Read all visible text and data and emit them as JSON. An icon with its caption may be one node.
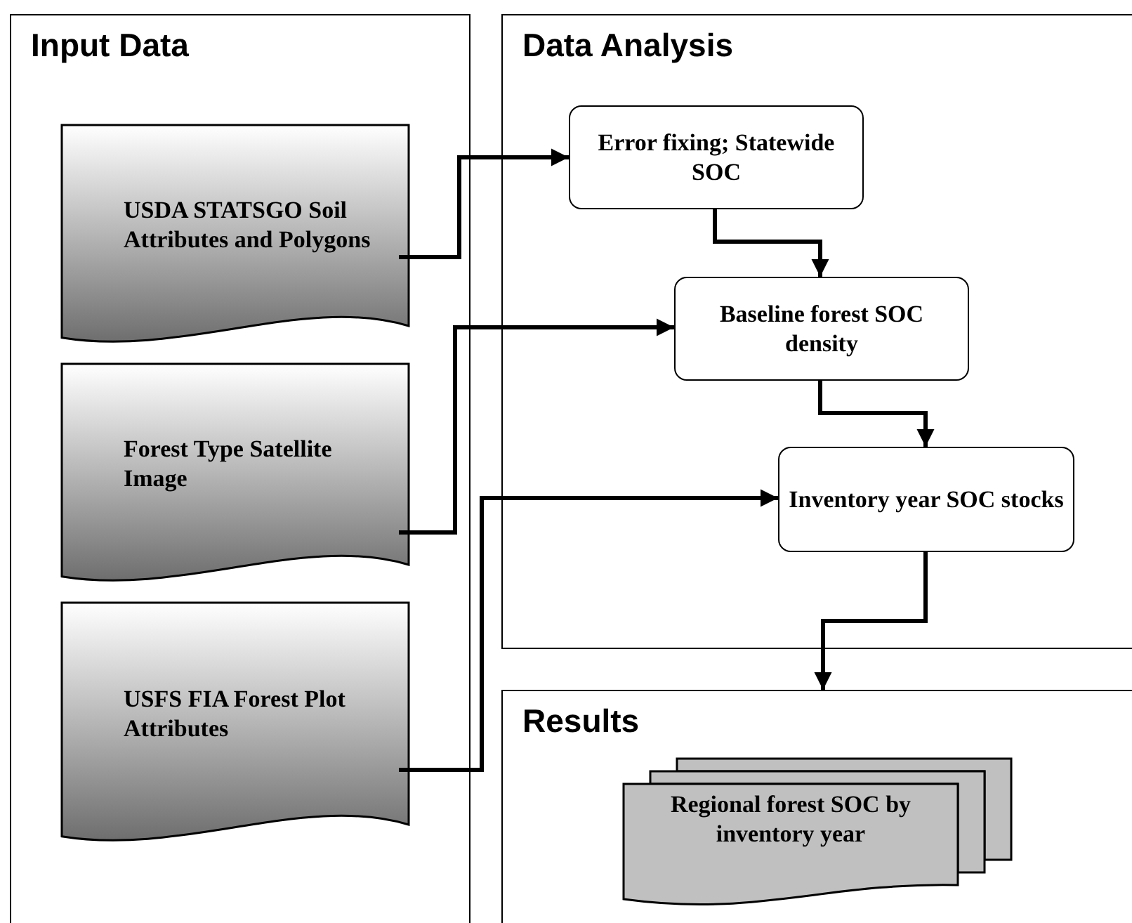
{
  "diagram": {
    "nodes": [
      {
        "text": [
          "Input Data"
        ]
      },
      {
        "text": [
          "USDA STATSGO Soil Attributes and Polygons"
        ],
        "in": 0
      },
      {
        "text": [
          "Forest Type Satellite Image"
        ],
        "in": 0
      },
      {
        "text": [
          "USFS FIA Forest Plot Attributes"
        ],
        "in": 0
      },
      {
        "text": [
          "Data Analysis"
        ]
      },
      {
        "text": [
          "Error fixing; Statewide SOC"
        ],
        "in": 4
      },
      {
        "text": [
          "Baseline forest SOC density"
        ],
        "in": 4
      },
      {
        "text": [
          "Inventory year SOC stocks"
        ],
        "in": 4
      },
      {
        "text": [
          "Results"
        ]
      },
      {
        "text": [
          "Regional forest SOC by inventory year"
        ],
        "in": 8
      }
    ],
    "edges": [
      {
        "from": 1,
        "to": 5,
        "arrow": "to"
      },
      {
        "from": 5,
        "to": 6,
        "arrow": "to"
      },
      {
        "from": 2,
        "to": 6,
        "arrow": "to"
      },
      {
        "from": 6,
        "to": 7,
        "arrow": "to"
      },
      {
        "from": 3,
        "to": 7,
        "arrow": "to"
      },
      {
        "from": 7,
        "to": 8,
        "arrow": "to"
      }
    ]
  }
}
